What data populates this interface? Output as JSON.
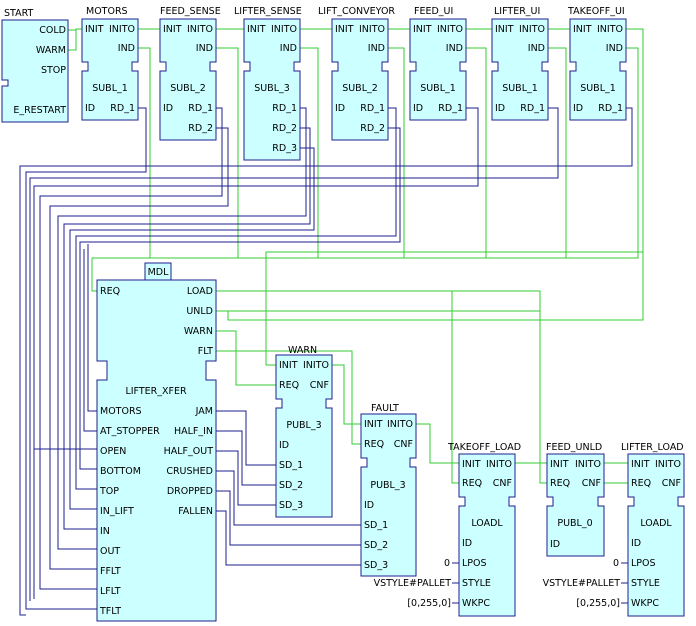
{
  "blocks": {
    "start": {
      "name": "START",
      "outputs": [
        "COLD",
        "WARM",
        "STOP",
        "E_RESTART"
      ]
    },
    "motors": {
      "name": "MOTORS",
      "events": [
        "INIT",
        "INITO",
        "IND"
      ],
      "type": "SUBL_1",
      "data": [
        "ID",
        "RD_1"
      ]
    },
    "feed_sense": {
      "name": "FEED_SENSE",
      "events": [
        "INIT",
        "INITO",
        "IND"
      ],
      "type": "SUBL_2",
      "data": [
        "ID",
        "RD_1",
        "RD_2"
      ]
    },
    "lifter_sense": {
      "name": "LIFTER_SENSE",
      "events": [
        "INIT",
        "INITO",
        "IND"
      ],
      "type": "SUBL_3",
      "data": [
        "RD_1",
        "RD_2",
        "RD_3"
      ]
    },
    "lift_conveyor": {
      "name": "LIFT_CONVEYOR",
      "events": [
        "INIT",
        "INITO",
        "IND"
      ],
      "type": "SUBL_2",
      "data": [
        "ID",
        "RD_1",
        "RD_2"
      ]
    },
    "feed_ui": {
      "name": "FEED_UI",
      "events": [
        "INIT",
        "INITO",
        "IND"
      ],
      "type": "SUBL_1",
      "data": [
        "ID",
        "RD_1"
      ]
    },
    "lifter_ui": {
      "name": "LIFTER_UI",
      "events": [
        "INIT",
        "INITO",
        "IND"
      ],
      "type": "SUBL_1",
      "data": [
        "ID",
        "RD_1"
      ]
    },
    "takeoff_ui": {
      "name": "TAKEOFF_UI",
      "events": [
        "INIT",
        "INITO",
        "IND"
      ],
      "type": "SUBL_1",
      "data": [
        "ID",
        "RD_1"
      ]
    },
    "mdl": {
      "name": "MDL",
      "event_in": "REQ",
      "event_out": [
        "LOAD",
        "UNLD",
        "WARN",
        "FLT"
      ],
      "type": "LIFTER_XFER",
      "data_in": [
        "MOTORS",
        "AT_STOPPER",
        "OPEN",
        "BOTTOM",
        "TOP",
        "IN_LIFT",
        "IN",
        "OUT",
        "FFLT",
        "LFLT",
        "TFLT"
      ],
      "data_out": [
        "JAM",
        "HALF_IN",
        "HALF_OUT",
        "CRUSHED",
        "DROPPED",
        "FALLEN"
      ]
    },
    "warn": {
      "name": "WARN",
      "events": [
        "INIT",
        "INITO",
        "REQ",
        "CNF"
      ],
      "type": "PUBL_3",
      "data": [
        "ID",
        "SD_1",
        "SD_2",
        "SD_3"
      ]
    },
    "fault": {
      "name": "FAULT",
      "events": [
        "INIT",
        "INITO",
        "REQ",
        "CNF"
      ],
      "type": "PUBL_3",
      "data": [
        "ID",
        "SD_1",
        "SD_2",
        "SD_3"
      ]
    },
    "takeoff_load": {
      "name": "TAKEOFF_LOAD",
      "events": [
        "INIT",
        "INITO",
        "REQ",
        "CNF"
      ],
      "type": "LOADL",
      "data": [
        "ID",
        "LPOS",
        "STYLE",
        "WKPC"
      ]
    },
    "feed_unld": {
      "name": "FEED_UNLD",
      "events": [
        "INIT",
        "INITO",
        "REQ",
        "CNF"
      ],
      "type": "PUBL_0",
      "data": [
        "ID"
      ]
    },
    "lifter_load": {
      "name": "LIFTER_LOAD",
      "events": [
        "INIT",
        "INITO",
        "REQ",
        "CNF"
      ],
      "type": "LOADL",
      "data": [
        "ID",
        "LPOS",
        "STYLE",
        "WKPC"
      ]
    }
  },
  "constants": {
    "lpos": "0",
    "style": "VSTYLE#PALLET",
    "wkpc": "[0,255,0]"
  },
  "colors": {
    "fill": "#ccffff",
    "border": "#1f1f8f",
    "event_line": "#33cc33",
    "data_line": "#1f1f8f"
  }
}
